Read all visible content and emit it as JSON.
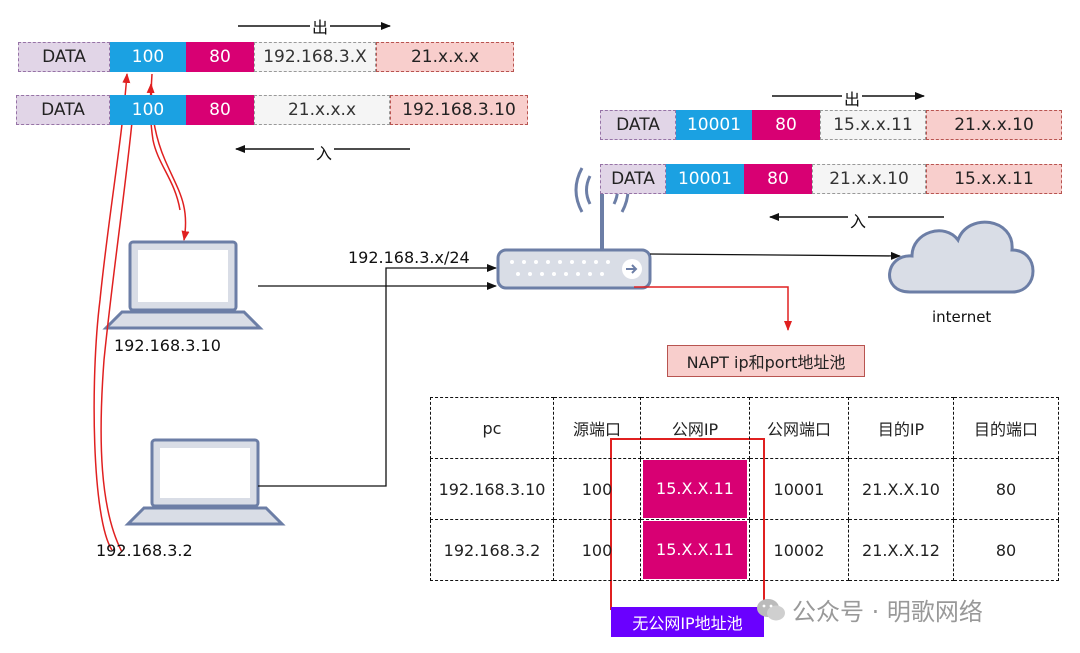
{
  "left_packets": {
    "out_label": "出",
    "in_label": "入",
    "out": {
      "data": "DATA",
      "src_port": "100",
      "dst_port": "80",
      "src_ip": "192.168.3.X",
      "dst_ip": "21.x.x.x"
    },
    "in": {
      "data": "DATA",
      "src_port": "100",
      "dst_port": "80",
      "src_ip": "21.x.x.x",
      "dst_ip": "192.168.3.10"
    }
  },
  "right_packets": {
    "out_label": "出",
    "in_label": "入",
    "out": {
      "data": "DATA",
      "src_port": "10001",
      "dst_port": "80",
      "src_ip": "15.x.x.11",
      "dst_ip": "21.x.x.10"
    },
    "in": {
      "data": "DATA",
      "src_port": "10001",
      "dst_port": "80",
      "src_ip": "21.x.x.10",
      "dst_ip": "15.x.x.11"
    }
  },
  "network": {
    "subnet_label": "192.168.3.x/24",
    "pc1_ip": "192.168.3.10",
    "pc2_ip": "192.168.3.2",
    "internet_label": "internet"
  },
  "napt_label": "NAPT ip和port地址池",
  "nat_table": {
    "headers": [
      "pc",
      "源端口",
      "公网IP",
      "公网端口",
      "目的IP",
      "目的端口"
    ],
    "rows": [
      [
        "192.168.3.10",
        "100",
        "15.X.X.11",
        "10001",
        "21.X.X.10",
        "80"
      ],
      [
        "192.168.3.2",
        "100",
        "15.X.X.11",
        "10002",
        "21.X.X.12",
        "80"
      ]
    ]
  },
  "no_public_ip_pool": "无公网IP地址池",
  "watermark": "公众号 · 明歌网络",
  "colors": {
    "data_fill": "#e1d5e7",
    "port_fill": "#1ba1e2",
    "dport_fill": "#d80073",
    "dst_fill": "#f8cecc",
    "highlight": "#d80073",
    "pool_label": "#6a00ff",
    "arrow_red": "#e02020"
  }
}
